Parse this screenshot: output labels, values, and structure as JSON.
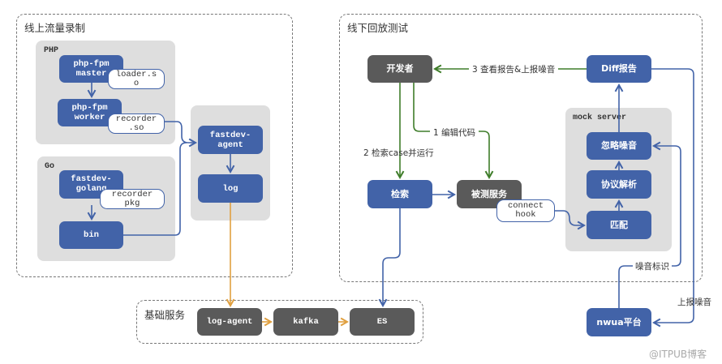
{
  "groups": {
    "online": {
      "title": "线上流量录制"
    },
    "offline": {
      "title": "线下回放测试"
    },
    "infra": {
      "title": "基础服务"
    }
  },
  "panels": {
    "php": "PHP",
    "go": "Go",
    "mock": "mock server"
  },
  "nodes": {
    "php_master": "php-fpm\nmaster",
    "php_worker": "php-fpm\nworker",
    "golang": "fastdev-\ngolang",
    "bin": "bin",
    "agent": "fastdev-\nagent",
    "log": "log",
    "log_agent": "log-agent",
    "kafka": "kafka",
    "es": "ES",
    "developer": "开发者",
    "diff_report": "Diff报告",
    "ignore_noise": "忽略噪音",
    "protocol_parse": "协议解析",
    "match": "匹配",
    "search": "检索",
    "service_under_test": "被测服务",
    "nwua": "nwua平台"
  },
  "pills": {
    "loader": "loader.s\no",
    "recorder_so": "recorder\n.so",
    "recorder_pkg": "recorder\npkg",
    "connect_hook": "connect\nhook"
  },
  "edge_labels": {
    "step1": "1  编辑代码",
    "step2": "2  检索case并运行",
    "step3": "3  查看报告&上报噪音",
    "noise_tag": "噪音标识",
    "report_noise": "上报噪音"
  },
  "watermark": "@ITPUB博客",
  "colors": {
    "blue": "#4263a8",
    "dark": "#5a5a5a",
    "green": "#3f7d2a",
    "orange": "#e0a040",
    "panel": "#dedede"
  }
}
